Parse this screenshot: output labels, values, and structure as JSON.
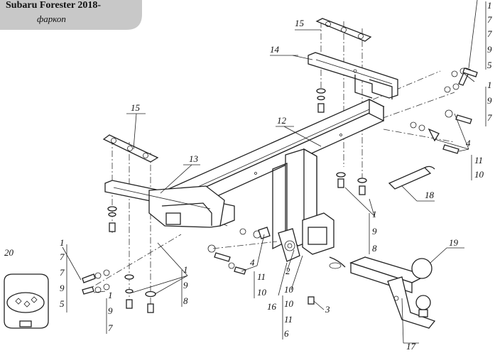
{
  "header": {
    "model": "Subaru Forester 2018-",
    "subtitle": "фаркоп"
  },
  "labels": {
    "l1a": "1",
    "l7a": "7",
    "l7b": "7",
    "l9a": "9",
    "l5a": "5",
    "l1b": "1",
    "l9b": "9",
    "l7c": "7",
    "l4a": "4",
    "l11a": "11",
    "l10a": "10",
    "l14": "14",
    "l15a": "15",
    "l15b": "15",
    "l12": "12",
    "l13": "13",
    "l18": "18",
    "l1c": "1",
    "l9c": "9",
    "l8a": "8",
    "l20": "20",
    "l19": "19",
    "l17": "17",
    "l3": "3",
    "l1d": "1",
    "l7d": "7",
    "l7e": "7",
    "l9d": "9",
    "l5b": "5",
    "l1e": "1",
    "l9e": "9",
    "l7f": "7",
    "l1f": "1",
    "l9f": "9",
    "l8b": "8",
    "l4b": "4",
    "l11b": "11",
    "l10b": "10",
    "l2": "2",
    "l10c": "10",
    "l10d": "10",
    "l11c": "11",
    "l6": "6",
    "l16": "16"
  }
}
